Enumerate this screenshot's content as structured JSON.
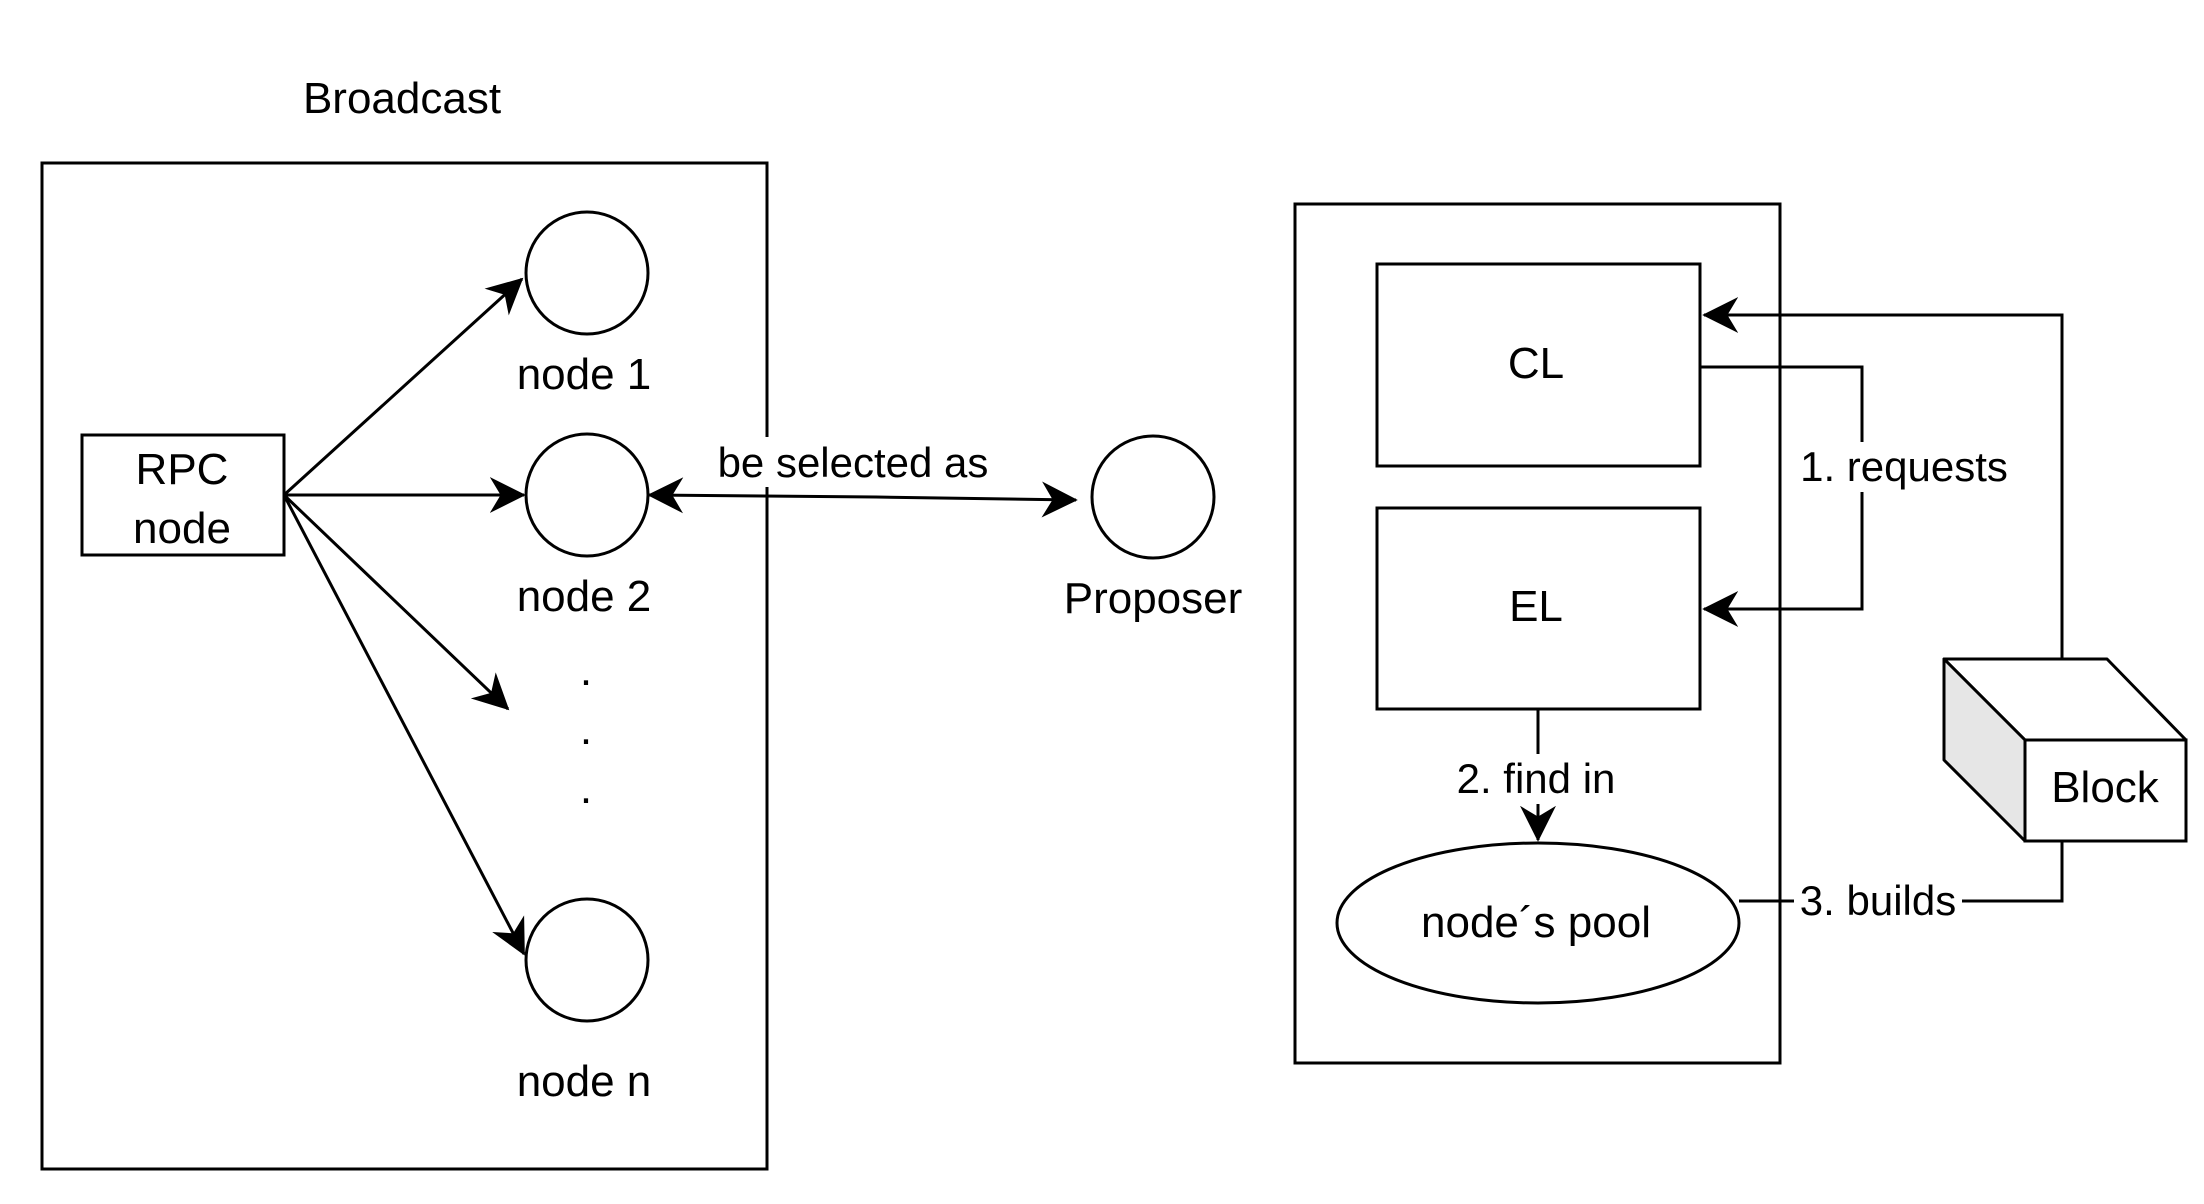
{
  "title": "Broadcast",
  "rpc_node": {
    "line1": "RPC",
    "line2": "node"
  },
  "nodes": {
    "node1": "node 1",
    "node2": "node 2",
    "dot1": ".",
    "dot2": ".",
    "dot3": ".",
    "noden": "node n"
  },
  "selection_label": "be selected as",
  "proposer_label": "Proposer",
  "client": {
    "cl": "CL",
    "el": "EL",
    "pool": "node´s pool"
  },
  "edges": {
    "requests": "1. requests",
    "find_in": "2. find in",
    "builds": "3. builds"
  },
  "block_label": "Block",
  "colors": {
    "stroke": "#000000",
    "background": "#ffffff",
    "block_side": "#e6e6e6"
  }
}
